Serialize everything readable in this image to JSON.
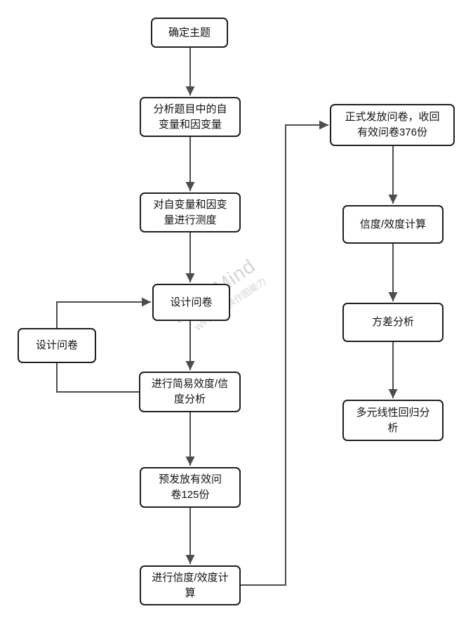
{
  "app": {
    "watermark_title": "WPS Mind",
    "watermark_subtitle": "WPS仅提供作图能力"
  },
  "flowchart": {
    "line_color": "#4d4d4d",
    "box_border_color": "#1f1f1f",
    "box_fill_color": "#ffffff",
    "nodes": {
      "determine_topic": {
        "label": "确定主题"
      },
      "analyze_variables": {
        "label": "分析题目中的自\n变量和因变量"
      },
      "measure_variables": {
        "label": "对自变量和因变\n量进行测度"
      },
      "design_questionnaire": {
        "label": "设计问卷"
      },
      "redesign_questionnaire": {
        "label": "设计问卷"
      },
      "simple_validity_analysis": {
        "label": "进行简易效度/信\n度分析"
      },
      "pre_distribute": {
        "label": "预发放有效问\n卷125份"
      },
      "reliability_validity_calc": {
        "label": "进行信度/效度计\n算"
      },
      "formal_distribute": {
        "label": "正式发放问卷，收回\n有效问卷376份"
      },
      "reliability_validity_calc2": {
        "label": "信度/效度计算"
      },
      "variance_analysis": {
        "label": "方差分析"
      },
      "regression_analysis": {
        "label": "多元线性回归分\n析"
      }
    }
  }
}
